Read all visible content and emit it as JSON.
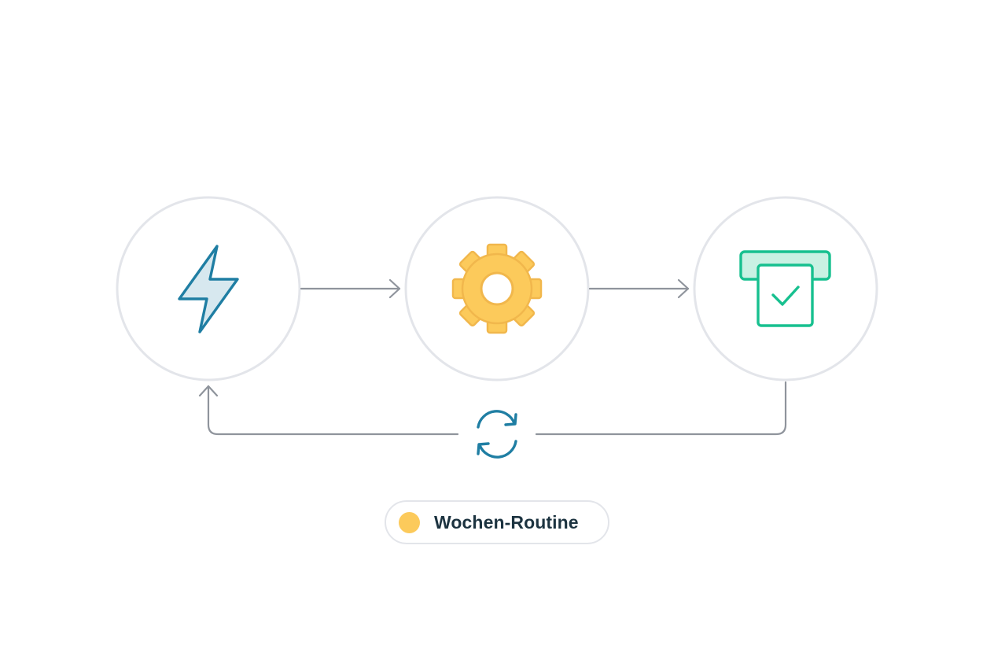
{
  "diagram": {
    "nodes": [
      {
        "id": "trigger",
        "icon": "lightning-bolt-icon"
      },
      {
        "id": "process",
        "icon": "gear-icon"
      },
      {
        "id": "output",
        "icon": "approved-receipt-printer-icon"
      }
    ],
    "loop_icon": "refresh-cycle-icon",
    "legend": {
      "label": "Wochen-Routine",
      "dot_color": "#fcca5b"
    }
  },
  "colors": {
    "circle_border": "#e3e5ea",
    "connector": "#8f949c",
    "bolt_stroke": "#1f7ea3",
    "bolt_fill": "#d7e8ef",
    "gear_fill": "#fcca5b",
    "gear_stroke": "#f1b74c",
    "output_stroke": "#17c08f",
    "output_fill": "#c9f1e3",
    "loop_icon": "#1f7ea3"
  }
}
